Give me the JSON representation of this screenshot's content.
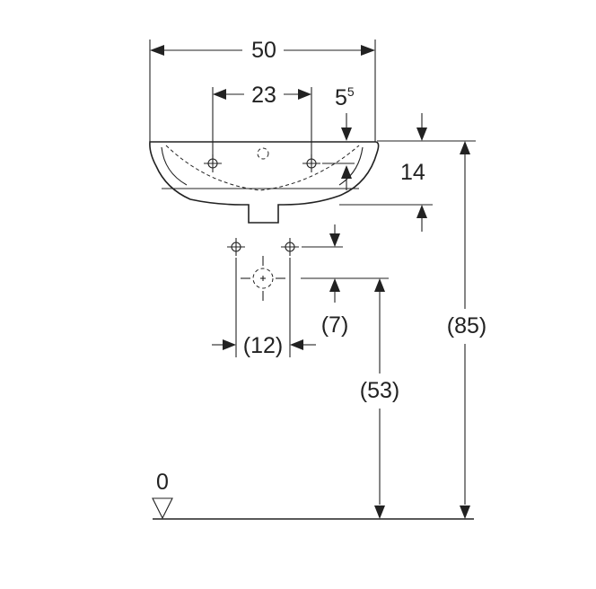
{
  "dimensions": {
    "overall_width": "50",
    "tap_hole_spacing": "23",
    "rim_offset_main": "5",
    "rim_offset_sup": "5",
    "basin_depth": "14",
    "supply_drop": "(7)",
    "supply_spacing": "(12)",
    "drain_height": "(53)",
    "rim_height": "(85)",
    "floor_level": "0"
  },
  "colors": {
    "line": "#222222",
    "background": "#ffffff"
  },
  "icons": {
    "tap_hole": "crosshair",
    "overflow_hole": "dashed-circle",
    "floor_marker": "down-triangle"
  }
}
